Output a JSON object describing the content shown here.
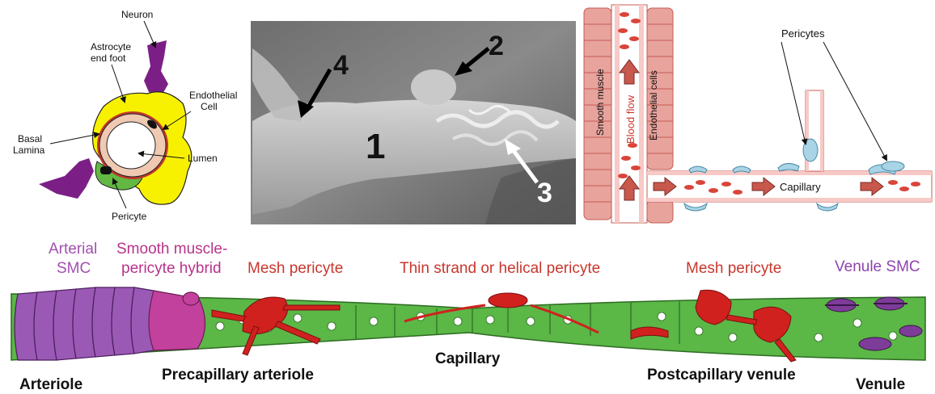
{
  "panel_a": {
    "labels": {
      "neuron": "Neuron",
      "astrocyte_line1": "Astrocyte",
      "astrocyte_line2": "end foot",
      "endothelial_line1": "Endothelial",
      "endothelial_line2": "Cell",
      "basal_line1": "Basal",
      "basal_line2": "Lamina",
      "lumen": "Lumen",
      "pericyte": "Pericyte"
    },
    "colors": {
      "astrocyte": "#f7f100",
      "pericyte": "#62b843",
      "neuron": "#7b1f86",
      "endothelium": "#f0c9b2",
      "basal_lamina": "#c0392b"
    }
  },
  "panel_b": {
    "numbers": {
      "n1": "1",
      "n2": "2",
      "n3": "3",
      "n4": "4"
    }
  },
  "panel_c": {
    "labels": {
      "smooth_muscle": "Smooth muscle",
      "blood_flow": "Blood flow",
      "endothelial_cells": "Endothelial cells",
      "pericytes": "Pericytes",
      "capillary": "Capillary"
    },
    "colors": {
      "vessel": "#f7c9c7",
      "muscle": "#e8a39d",
      "rbc": "#d9453a",
      "pericyte": "#a8d4e6",
      "arrow": "#c8574c"
    }
  },
  "panel_d": {
    "labels": {
      "arterial_smc_line1": "Arterial",
      "arterial_smc_line2": "SMC",
      "hybrid_line1": "Smooth muscle-",
      "hybrid_line2": "pericyte hybrid",
      "mesh_left": "Mesh pericyte",
      "thin_strand": "Thin strand or helical pericyte",
      "mesh_right": "Mesh pericyte",
      "venule_smc": "Venule SMC",
      "arteriole": "Arteriole",
      "precap": "Precapillary arteriole",
      "capillary": "Capillary",
      "postcap": "Postcapillary venule",
      "venule": "Venule"
    },
    "colors": {
      "endothelium": "#5bb746",
      "arterial_smc": "#9b59b6",
      "hybrid": "#c2419c",
      "pericyte": "#d0211f",
      "venule_smc": "#7d3c98"
    }
  }
}
